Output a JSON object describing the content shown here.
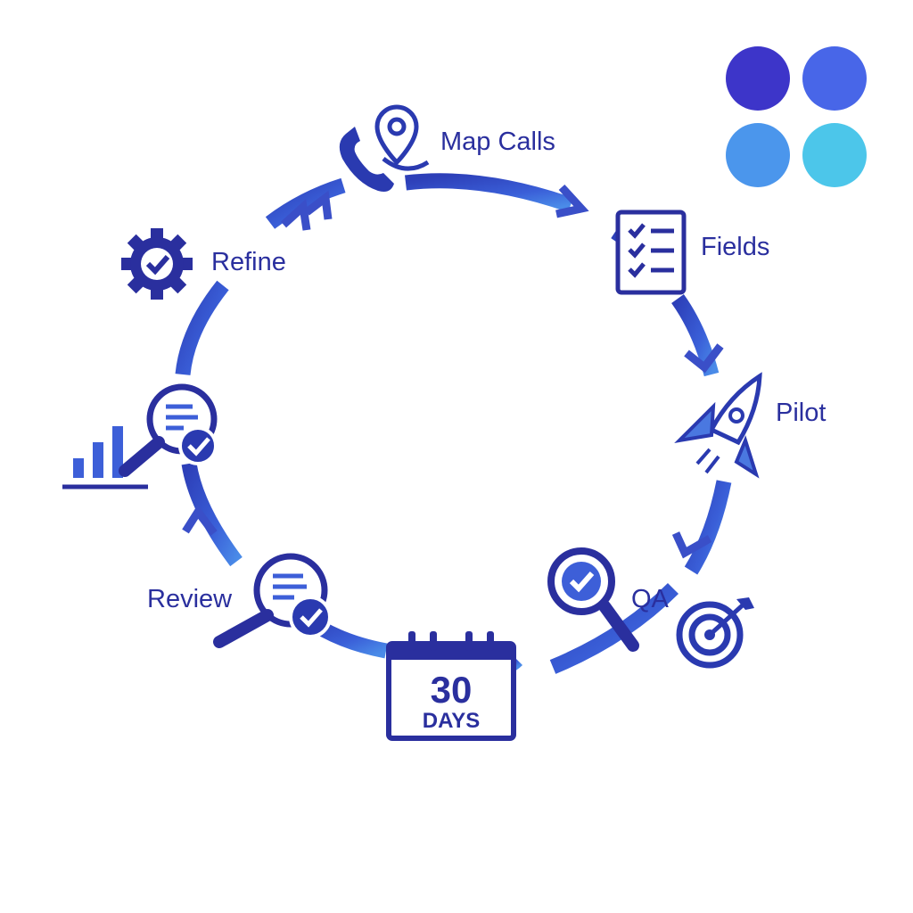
{
  "palette": {
    "swatches": [
      "#3d35c9",
      "#4866e8",
      "#4b96ec",
      "#4cc6ea"
    ],
    "primary": "#2a2f9e",
    "ring_gradient": [
      "#2d3fb8",
      "#4a8be8"
    ]
  },
  "cycle": {
    "steps": [
      {
        "label": "Map Calls",
        "icon": "phone-location-icon"
      },
      {
        "label": "Fields",
        "icon": "checklist-icon"
      },
      {
        "label": "Pilot",
        "icon": "rocket-icon"
      },
      {
        "label": "QA",
        "icon": "magnifier-check-icon"
      },
      {
        "label": "Review",
        "icon": "document-magnifier-check-icon"
      },
      {
        "label": "Refine",
        "icon": "gear-check-icon"
      }
    ],
    "extra_icons": [
      "target-icon",
      "bar-chart-magnifier-icon"
    ]
  },
  "calendar": {
    "number": "30",
    "unit": "DAYS",
    "icon": "calendar-icon"
  }
}
